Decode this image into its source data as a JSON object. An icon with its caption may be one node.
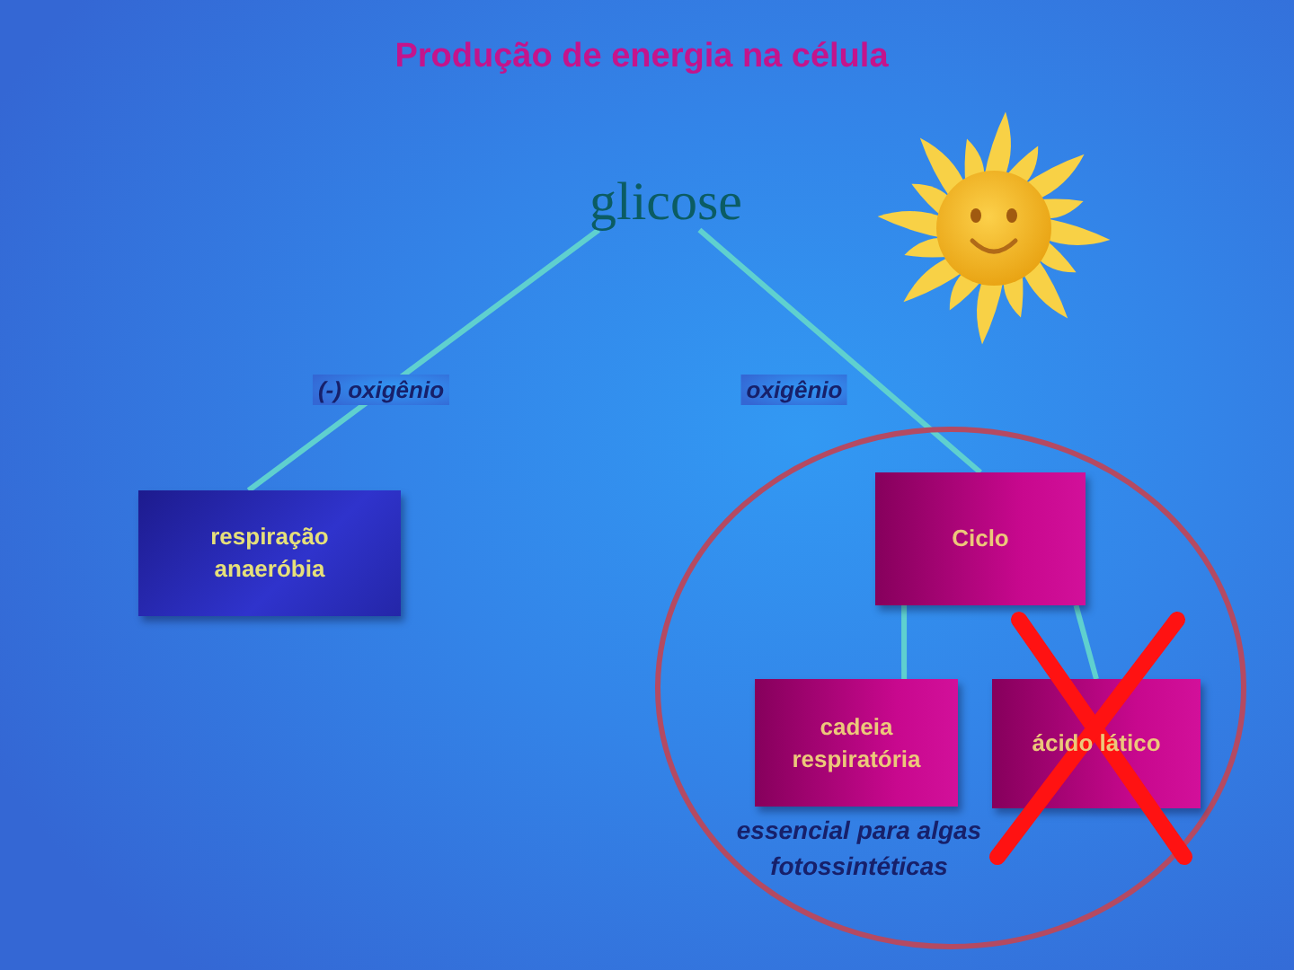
{
  "diagram": {
    "title": "Produção de energia na célula",
    "nodes": [
      {
        "text": [
          "glicose"
        ]
      },
      {
        "text": [
          "respiração anaeróbia"
        ]
      },
      {
        "text": [],
        "shape": "circle"
      },
      {
        "text": [
          "Ciclo"
        ],
        "in": 2
      },
      {
        "text": [
          "cadeia respiratória"
        ],
        "in": 2
      },
      {
        "text": [
          "ácido lático"
        ],
        "in": 2
      }
    ],
    "edges": [
      {
        "from": 0,
        "to": 1,
        "arrow": "none",
        "label": "(-) oxigênio"
      },
      {
        "from": 0,
        "to": 3,
        "arrow": "none",
        "label": "oxigênio"
      },
      {
        "from": 3,
        "to": 4,
        "arrow": "none"
      },
      {
        "from": 3,
        "to": 5,
        "arrow": "none"
      }
    ],
    "labels": [
      "essencial para algas fotossintéticas"
    ]
  }
}
